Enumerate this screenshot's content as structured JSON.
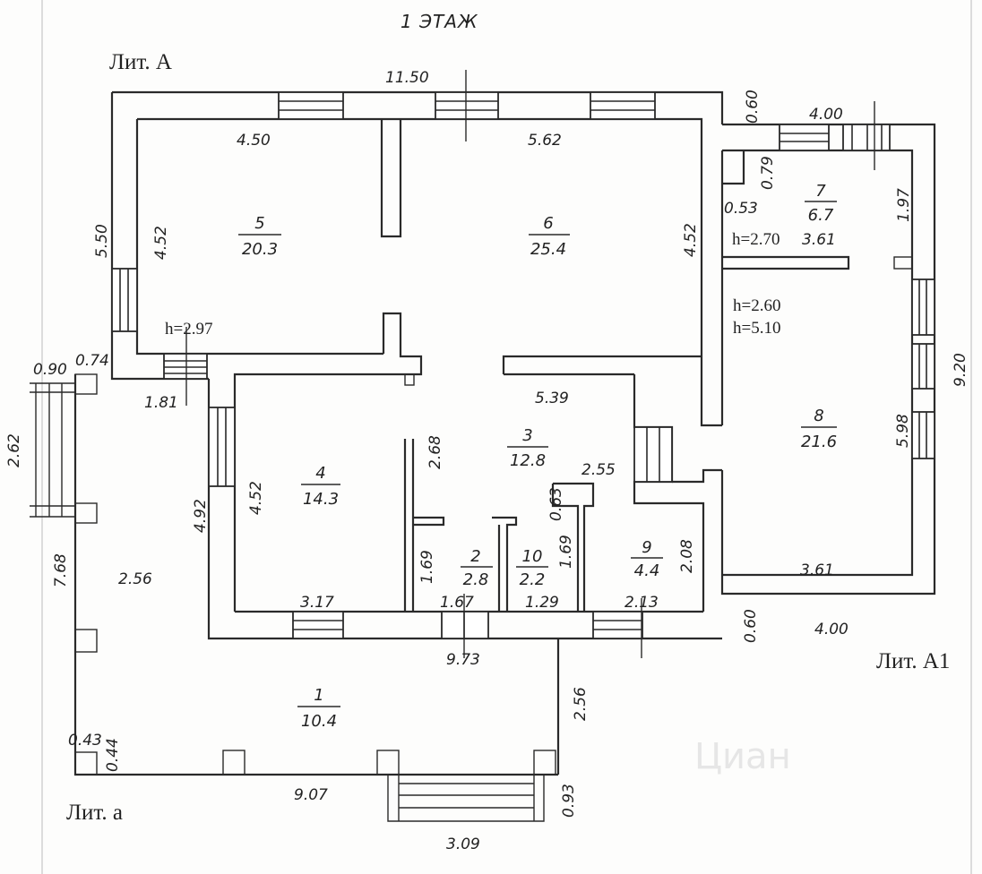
{
  "plan": {
    "title": "1 ЭТАЖ",
    "lit_a": "Лит. А",
    "lit_a1": "Лит. А1",
    "lit_a_small": "Лит. а",
    "watermark": "Циан",
    "heights": {
      "h1": "h=2.97",
      "h2": "h=2.70",
      "h3": "h=2.60",
      "h4": "h=5.10"
    },
    "rooms": [
      {
        "number": "1",
        "area": "10.4"
      },
      {
        "number": "2",
        "area": "2.8"
      },
      {
        "number": "3",
        "area": "12.8"
      },
      {
        "number": "4",
        "area": "14.3"
      },
      {
        "number": "5",
        "area": "20.3"
      },
      {
        "number": "6",
        "area": "25.4"
      },
      {
        "number": "7",
        "area": "6.7"
      },
      {
        "number": "8",
        "area": "21.6"
      },
      {
        "number": "9",
        "area": "4.4"
      },
      {
        "number": "10",
        "area": "2.2"
      }
    ],
    "dimensions": {
      "d_11_50": "11.50",
      "d_0_60_top": "0.60",
      "d_4_00_top": "4.00",
      "d_4_50": "4.50",
      "d_5_62": "5.62",
      "d_0_79": "0.79",
      "d_0_53": "0.53",
      "d_1_97": "1.97",
      "d_5_50": "5.50",
      "d_4_52_room5": "4.52",
      "d_4_52_room6": "4.52",
      "d_3_61_top": "3.61",
      "d_9_20": "9.20",
      "d_0_90": "0.90",
      "d_0_74": "0.74",
      "d_1_81": "1.81",
      "d_5_39": "5.39",
      "d_2_68": "2.68",
      "d_5_98": "5.98",
      "d_2_62": "2.62",
      "d_4_92": "4.92",
      "d_4_52_room4": "4.52",
      "d_2_55": "2.55",
      "d_0_63": "0.63",
      "d_7_68": "7.68",
      "d_2_56_left": "2.56",
      "d_1_69_a": "1.69",
      "d_1_69_b": "1.69",
      "d_2_08": "2.08",
      "d_3_61_bottom": "3.61",
      "d_3_17": "3.17",
      "d_1_67": "1.67",
      "d_1_29": "1.29",
      "d_2_13": "2.13",
      "d_0_60_bottom": "0.60",
      "d_4_00_bottom": "4.00",
      "d_9_73": "9.73",
      "d_2_56_right": "2.56",
      "d_0_43": "0.43",
      "d_0_44": "0.44",
      "d_9_07": "9.07",
      "d_0_93": "0.93",
      "d_3_09": "3.09"
    }
  }
}
